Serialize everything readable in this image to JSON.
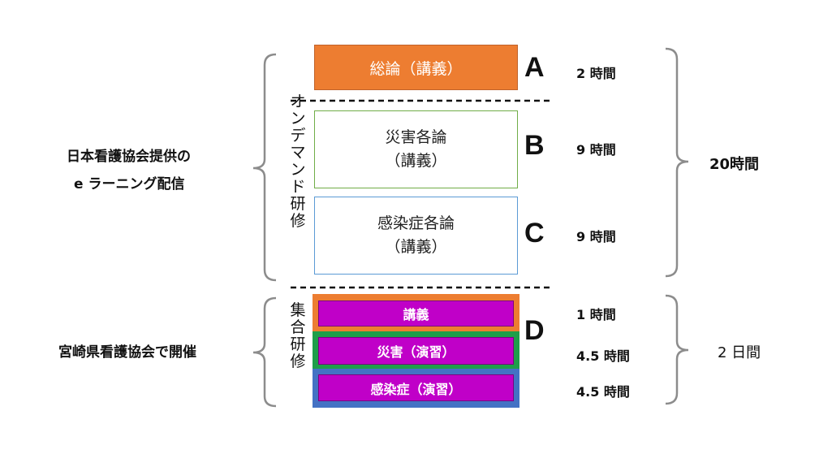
{
  "left_labels": {
    "online_line1": "日本看護協会提供の",
    "online_line2": "e ラーニング配信",
    "onsite": "宮崎県看護協会で開催"
  },
  "vertical_labels": {
    "ondemand": "オンデマンド研修",
    "group": "集合研修"
  },
  "boxes": {
    "a": {
      "label": "総論（講義）",
      "letter": "A",
      "hours": "2 時間"
    },
    "b": {
      "label_line1": "災害各論",
      "label_line2": "（講義）",
      "letter": "B",
      "hours": "9 時間"
    },
    "c": {
      "label_line1": "感染症各論",
      "label_line2": "（講義）",
      "letter": "C",
      "hours": "9 時間"
    },
    "d": {
      "letter": "D",
      "items": [
        {
          "label": "講義",
          "hours": "1 時間"
        },
        {
          "label": "災害（演習）",
          "hours": "4.5 時間"
        },
        {
          "label": "感染症（演習）",
          "hours": "4.5 時間"
        }
      ]
    }
  },
  "totals": {
    "online": "20時間",
    "onsite": "2 日間"
  },
  "colors": {
    "box_a_fill": "#ED7D31",
    "box_b_border": "#70AD47",
    "box_c_border": "#5B9BD5",
    "d_item1_frame": "#ED7D31",
    "d_item2_frame": "#1E9E4A",
    "d_item3_frame": "#4472C4",
    "d_inner_fill": "#C000C8"
  }
}
